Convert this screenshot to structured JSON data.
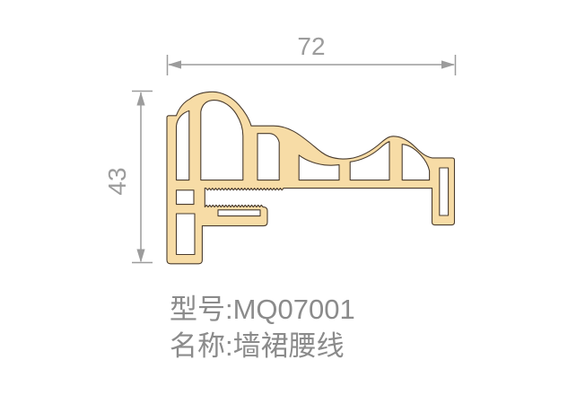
{
  "diagram": {
    "type": "moulding-profile-cross-section-drawing",
    "dimensions": {
      "width_label": "72",
      "height_label": "43"
    },
    "product": {
      "model_label": "型号:MQ07001",
      "name_label": "名称:墙裙腰线"
    },
    "colors": {
      "background": "#ffffff",
      "profile_fill": "#f7dca6",
      "profile_outline": "#4a3c2e",
      "dimension_gray": "#9c9c9c",
      "text_gray": "#8b8b8b"
    }
  }
}
